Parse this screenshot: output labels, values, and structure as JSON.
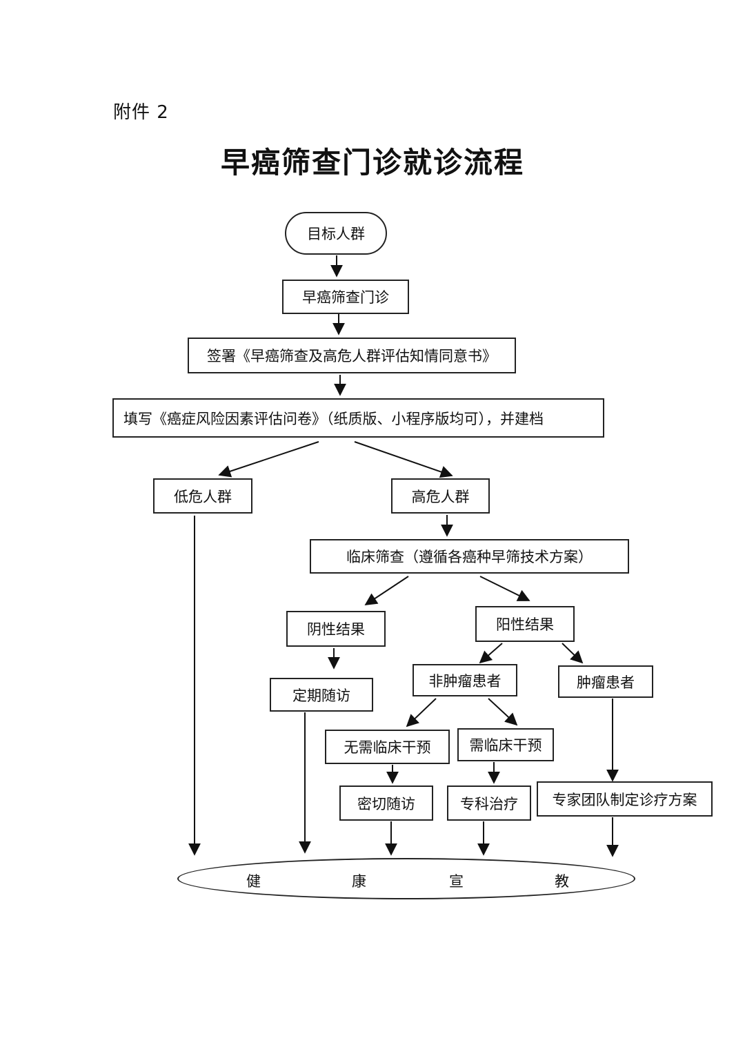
{
  "attachment_label": "附件 2",
  "title": "早癌筛查门诊就诊流程",
  "nodes": {
    "target_population": "目标人群",
    "screening_clinic": "早癌筛查门诊",
    "sign_consent": "签署《早癌筛查及高危人群评估知情同意书》",
    "fill_questionnaire": "填写《癌症风险因素评估问卷》（纸质版、小程序版均可），并建档",
    "low_risk": "低危人群",
    "high_risk": "高危人群",
    "clinical_screening": "临床筛查（遵循各癌种早筛技术方案）",
    "negative_result": "阴性结果",
    "positive_result": "阳性结果",
    "regular_followup": "定期随访",
    "non_tumor_patient": "非肿瘤患者",
    "tumor_patient": "肿瘤患者",
    "no_intervention": "无需临床干预",
    "need_intervention": "需临床干预",
    "close_followup": "密切随访",
    "specialist_treatment": "专科治疗",
    "expert_team_plan": "专家团队制定诊疗方案"
  },
  "health_education": [
    "健",
    "康",
    "宣",
    "教"
  ]
}
